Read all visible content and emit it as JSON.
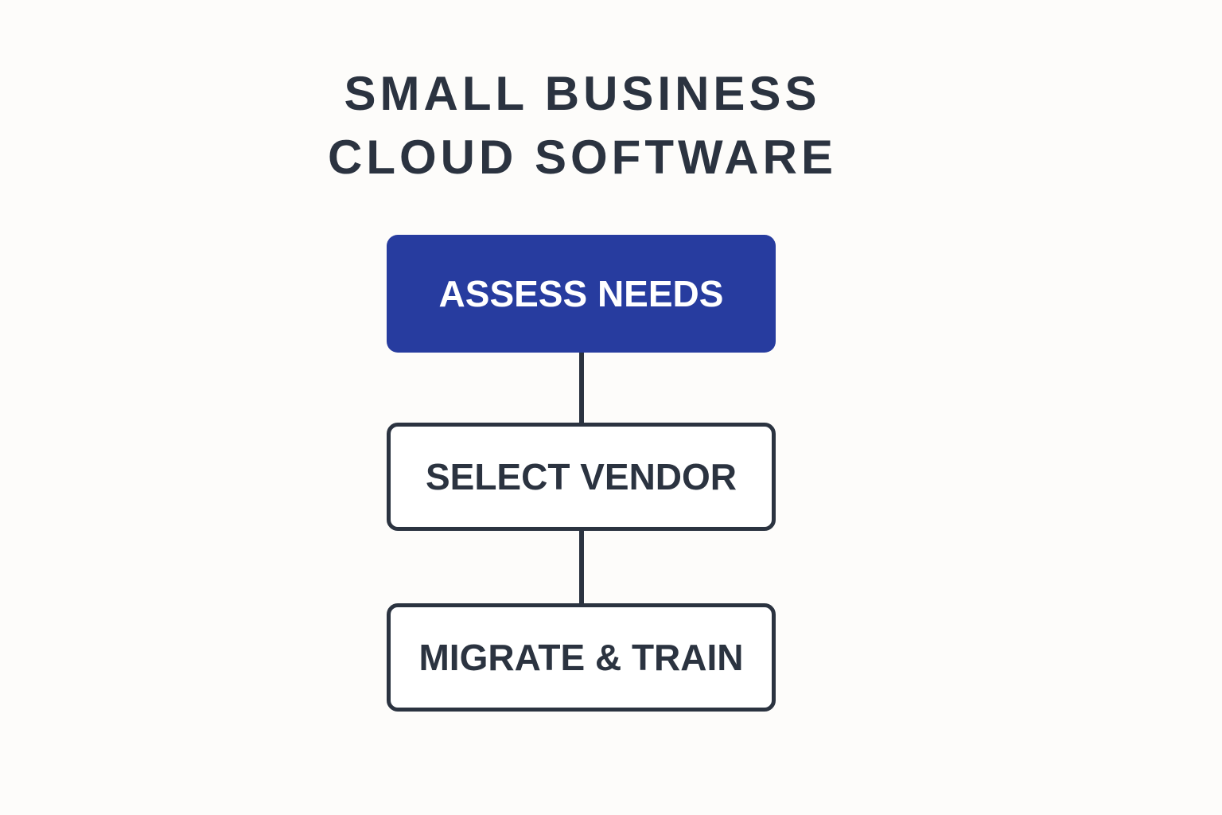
{
  "title": {
    "line1": "SMALL BUSINESS",
    "line2": "CLOUD SOFTWARE"
  },
  "steps": [
    {
      "label": "ASSESS NEEDS"
    },
    {
      "label": "SELECT VENDOR"
    },
    {
      "label": "MIGRATE & TRAIN"
    }
  ],
  "colors": {
    "accent": "#273c9f",
    "ink": "#2b3340",
    "background": "#fdfcfa"
  }
}
